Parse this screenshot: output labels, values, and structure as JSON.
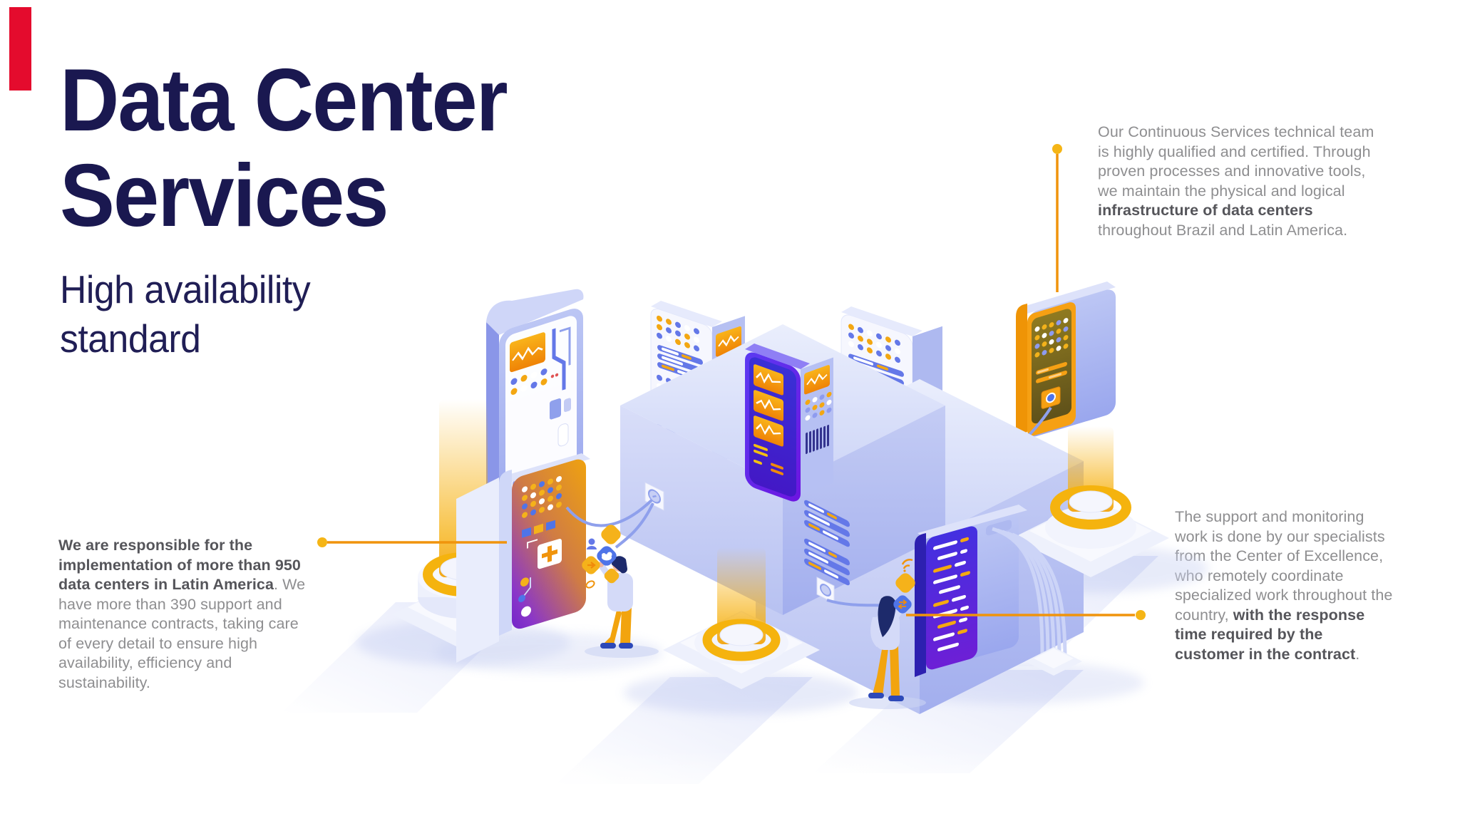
{
  "title": {
    "lines": [
      "Data Center",
      "Services"
    ]
  },
  "subtitle": {
    "lines": [
      "High availability",
      "standard"
    ]
  },
  "paragraphs": {
    "left": {
      "parts": [
        {
          "t": "We are responsible for the implementation of more than 950 data centers in Latin America",
          "b": true
        },
        {
          "t": ". We have more than 390 support and maintenance contracts, taking care of every detail to ensure high availability, efficiency and sustainability.",
          "b": false
        }
      ]
    },
    "top_right": {
      "parts": [
        {
          "t": "Our Continuous Services technical team is highly qualified and certified. Through proven processes and innovative tools, we maintain the physical and logical ",
          "b": false
        },
        {
          "t": "infrastructure of data centers",
          "b": true
        },
        {
          "t": " throughout Brazil and Latin America.",
          "b": false
        }
      ]
    },
    "bottom_right": {
      "parts": [
        {
          "t": "The support and monitoring work is done by our specialists from the Center of Excellence, who remotely coordinate specialized work throughout the country, ",
          "b": false
        },
        {
          "t": "with the response time required by the customer in the contract",
          "b": true
        },
        {
          "t": ".",
          "b": false
        }
      ]
    }
  },
  "illustration": {
    "description": "isometric data center with server towers, glowing pedestals and two technicians",
    "icons": [
      "cloud-icon",
      "user-icon",
      "arrow-icon",
      "leaf-icon",
      "wifi-icon",
      "plug-icon",
      "plus-icon",
      "waveform-screen-icon"
    ]
  },
  "colors": {
    "red": "#e40b2d",
    "navy": "#1a1850",
    "navy_soft": "#201e55",
    "text_gray": "#8e8e90",
    "text_bold": "#55555a",
    "orange": "#f0940c",
    "yellow": "#f5b516",
    "periwinkle": "#6478e8",
    "lavender": "#c7cff5",
    "purple": "#5b2be0"
  }
}
